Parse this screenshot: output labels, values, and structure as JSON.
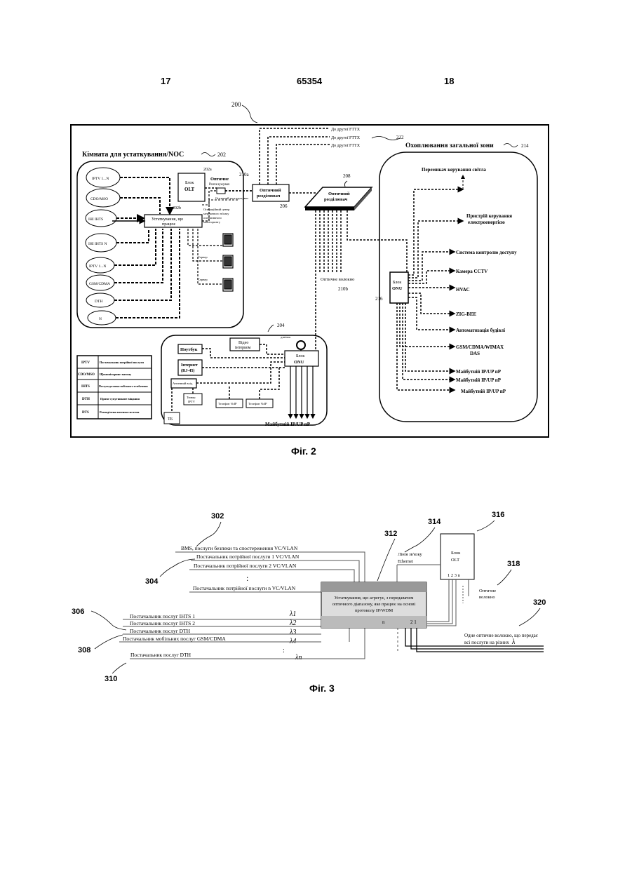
{
  "header": {
    "page_left": "17",
    "patent_no": "65354",
    "page_right": "18"
  },
  "fig2": {
    "ref": {
      "r200": "200",
      "r202": "202",
      "r202a": "202a",
      "r202b": "202b",
      "r204": "204",
      "r206": "206",
      "r208": "208",
      "r210a": "210a",
      "r210b": "210b",
      "r212": "212",
      "r214": "214",
      "r216": "216"
    },
    "noc_room": "Кімната для устаткування/NOC",
    "outdoor_zone": "Охоплювання загальної зони",
    "fttx": [
      "До другої FTTX",
      "До другої FTTX",
      "До другої FTTX"
    ],
    "olt_block": [
      "Блок",
      "OLT"
    ],
    "optical_label": "Оптичне",
    "optical_sub": "Розгалужувач",
    "splitter_small": "Оптичний розгалужувач",
    "optical_splitter_206": [
      "Оптичний",
      "розділювач"
    ],
    "optical_splitter_208": [
      "Оптичний",
      "розділювач"
    ],
    "device_ip": [
      "Устаткування, що",
      "працює"
    ],
    "noc_ops": [
      "Операційний центр",
      "мережевого зв'язку",
      "оперативного",
      "моніторингу"
    ],
    "left_services": [
      "IPTV 1...N",
      "CDO/MSO",
      "IHI IHTS",
      "IHI IHTS N",
      "IPTV 1...N",
      "GSM/CDMA",
      "DTH",
      "N"
    ],
    "monitor_labels": [
      "Сервер",
      "Сервер"
    ],
    "optical_fiber": "Оптичне волокно",
    "onu_main": [
      "Блок",
      "ONU"
    ],
    "outdoor_items": {
      "light": "Перемикач керування світла",
      "power": [
        "Пристрій керування",
        "електроенергією"
      ],
      "access": "Система контролю доступу",
      "cctv": "Камера CCTV",
      "hvac": "HVAC",
      "zigbee": "ZIG-BEE",
      "automation": "Автоматизація будівлі",
      "gsm": [
        "GSM/CDMA/WIMAX",
        "DAS"
      ],
      "future": [
        "Майбутній IP/UP пР",
        "Майбутній IP/UP пР",
        "Майбутній IP/UP пР"
      ]
    },
    "home": {
      "laptop": "Ноутбук",
      "video": [
        "Відео",
        "інтерком"
      ],
      "internet": [
        "Інтернет",
        "(RJ-45)"
      ],
      "onu": [
        "Блок",
        "ONU"
      ],
      "antenna_box": "Антенний вхід",
      "tuner": [
        "Тюнер",
        "IPTV"
      ],
      "tel1": "Телефон VoIP",
      "tel2": "Телефон VoIP",
      "tv": "ТБ",
      "future": "Майбутній IP/UP пР",
      "door": "дзвінок"
    },
    "legend": [
      {
        "abbr": "IPTV",
        "desc": "Постачальник потрійної послуги"
      },
      {
        "abbr": "CDO/MSO",
        "desc": "Щомоніторинг вагону"
      },
      {
        "abbr": "IHTS",
        "desc": "Послуги доставки мобільного телебачення"
      },
      {
        "abbr": "DTH",
        "desc": "Пряме супутникове віщання"
      },
      {
        "abbr": "DTS",
        "desc": "Розподілена антенна система"
      }
    ],
    "caption": "Фіг. 2"
  },
  "fig3": {
    "ref": {
      "r302": "302",
      "r304": "304",
      "r306": "306",
      "r308": "308",
      "r310": "310",
      "r312": "312",
      "r314": "314",
      "r316": "316",
      "r318": "318",
      "r320": "320"
    },
    "top_lines": [
      "BMS, послуги безпеки та спостереження   VC/VLAN",
      "Постачальник потрійної послуги 1    VC/VLAN",
      "Постачальник потрійної послуги 2    VC/VLAN",
      "Постачальник потрійної послуги  n    VC/VLAN"
    ],
    "dots": ":",
    "wdm_lines": [
      {
        "text": "Постачальник послуг  IHTS 1",
        "lambda": "λ1"
      },
      {
        "text": "Постачальник послуг  IHTS 2",
        "lambda": "λ2"
      },
      {
        "text": "Постачальник послуг  DTH",
        "lambda": "λ3"
      },
      {
        "text": "Постачальник мобільних послуг GSM/CDMA",
        "lambda": "λ4"
      },
      {
        "text": "Постачальник послуг  DTH",
        "lambda": "λn"
      }
    ],
    "device": [
      "Устаткування, що агрегує, з передавачем",
      "оптичного діапазону, яке працює на основі",
      "протоколу IP/WDM"
    ],
    "device_ports": [
      "n",
      "2 1"
    ],
    "link": [
      "Лінія зв'язку",
      "Ethernet"
    ],
    "olt": [
      "Блок",
      "OLT"
    ],
    "olt_ports": "1 2 3    n",
    "fiber": [
      "Оптичне",
      "волокно"
    ],
    "single_fiber": [
      "Одне оптичне волокно, що передає",
      "всі послуги на різних"
    ],
    "single_lambda": "λ",
    "caption": "Фіг. 3"
  }
}
